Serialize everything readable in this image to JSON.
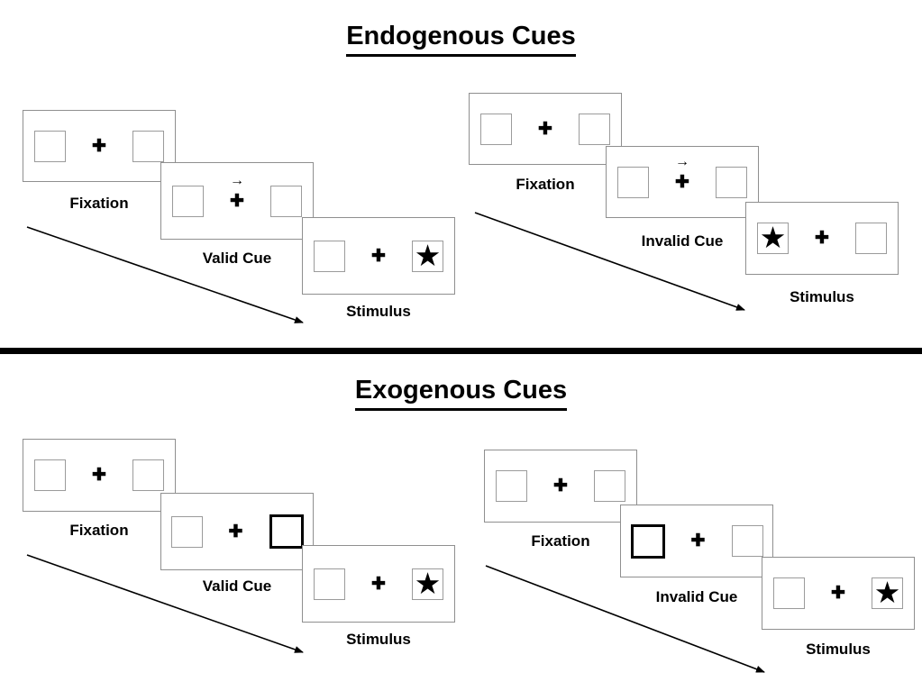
{
  "diagram": {
    "background": "#ffffff",
    "divider_color": "#000000",
    "line_color": "#000000"
  },
  "glyphs": {
    "plus": "✚",
    "star": "★",
    "cue_arrow": "→"
  },
  "sections": [
    {
      "title": "Endogenous Cues",
      "sequences": [
        {
          "name": "valid-trial",
          "panels": [
            {
              "label": "Fixation",
              "cue": "none",
              "target": "none"
            },
            {
              "label": "Valid Cue",
              "cue": "central-arrow-right",
              "target": "none"
            },
            {
              "label": "Stimulus",
              "cue": "none",
              "target": "star-right"
            }
          ]
        },
        {
          "name": "invalid-trial",
          "panels": [
            {
              "label": "Fixation",
              "cue": "none",
              "target": "none"
            },
            {
              "label": "Invalid Cue",
              "cue": "central-arrow-right",
              "target": "none"
            },
            {
              "label": "Stimulus",
              "cue": "none",
              "target": "star-left"
            }
          ]
        }
      ]
    },
    {
      "title": "Exogenous Cues",
      "sequences": [
        {
          "name": "valid-trial",
          "panels": [
            {
              "label": "Fixation",
              "cue": "none",
              "target": "none"
            },
            {
              "label": "Valid Cue",
              "cue": "peripheral-box-right",
              "target": "none"
            },
            {
              "label": "Stimulus",
              "cue": "none",
              "target": "star-right"
            }
          ]
        },
        {
          "name": "invalid-trial",
          "panels": [
            {
              "label": "Fixation",
              "cue": "none",
              "target": "none"
            },
            {
              "label": "Invalid Cue",
              "cue": "peripheral-box-left",
              "target": "none"
            },
            {
              "label": "Stimulus",
              "cue": "none",
              "target": "star-right"
            }
          ]
        }
      ]
    }
  ]
}
